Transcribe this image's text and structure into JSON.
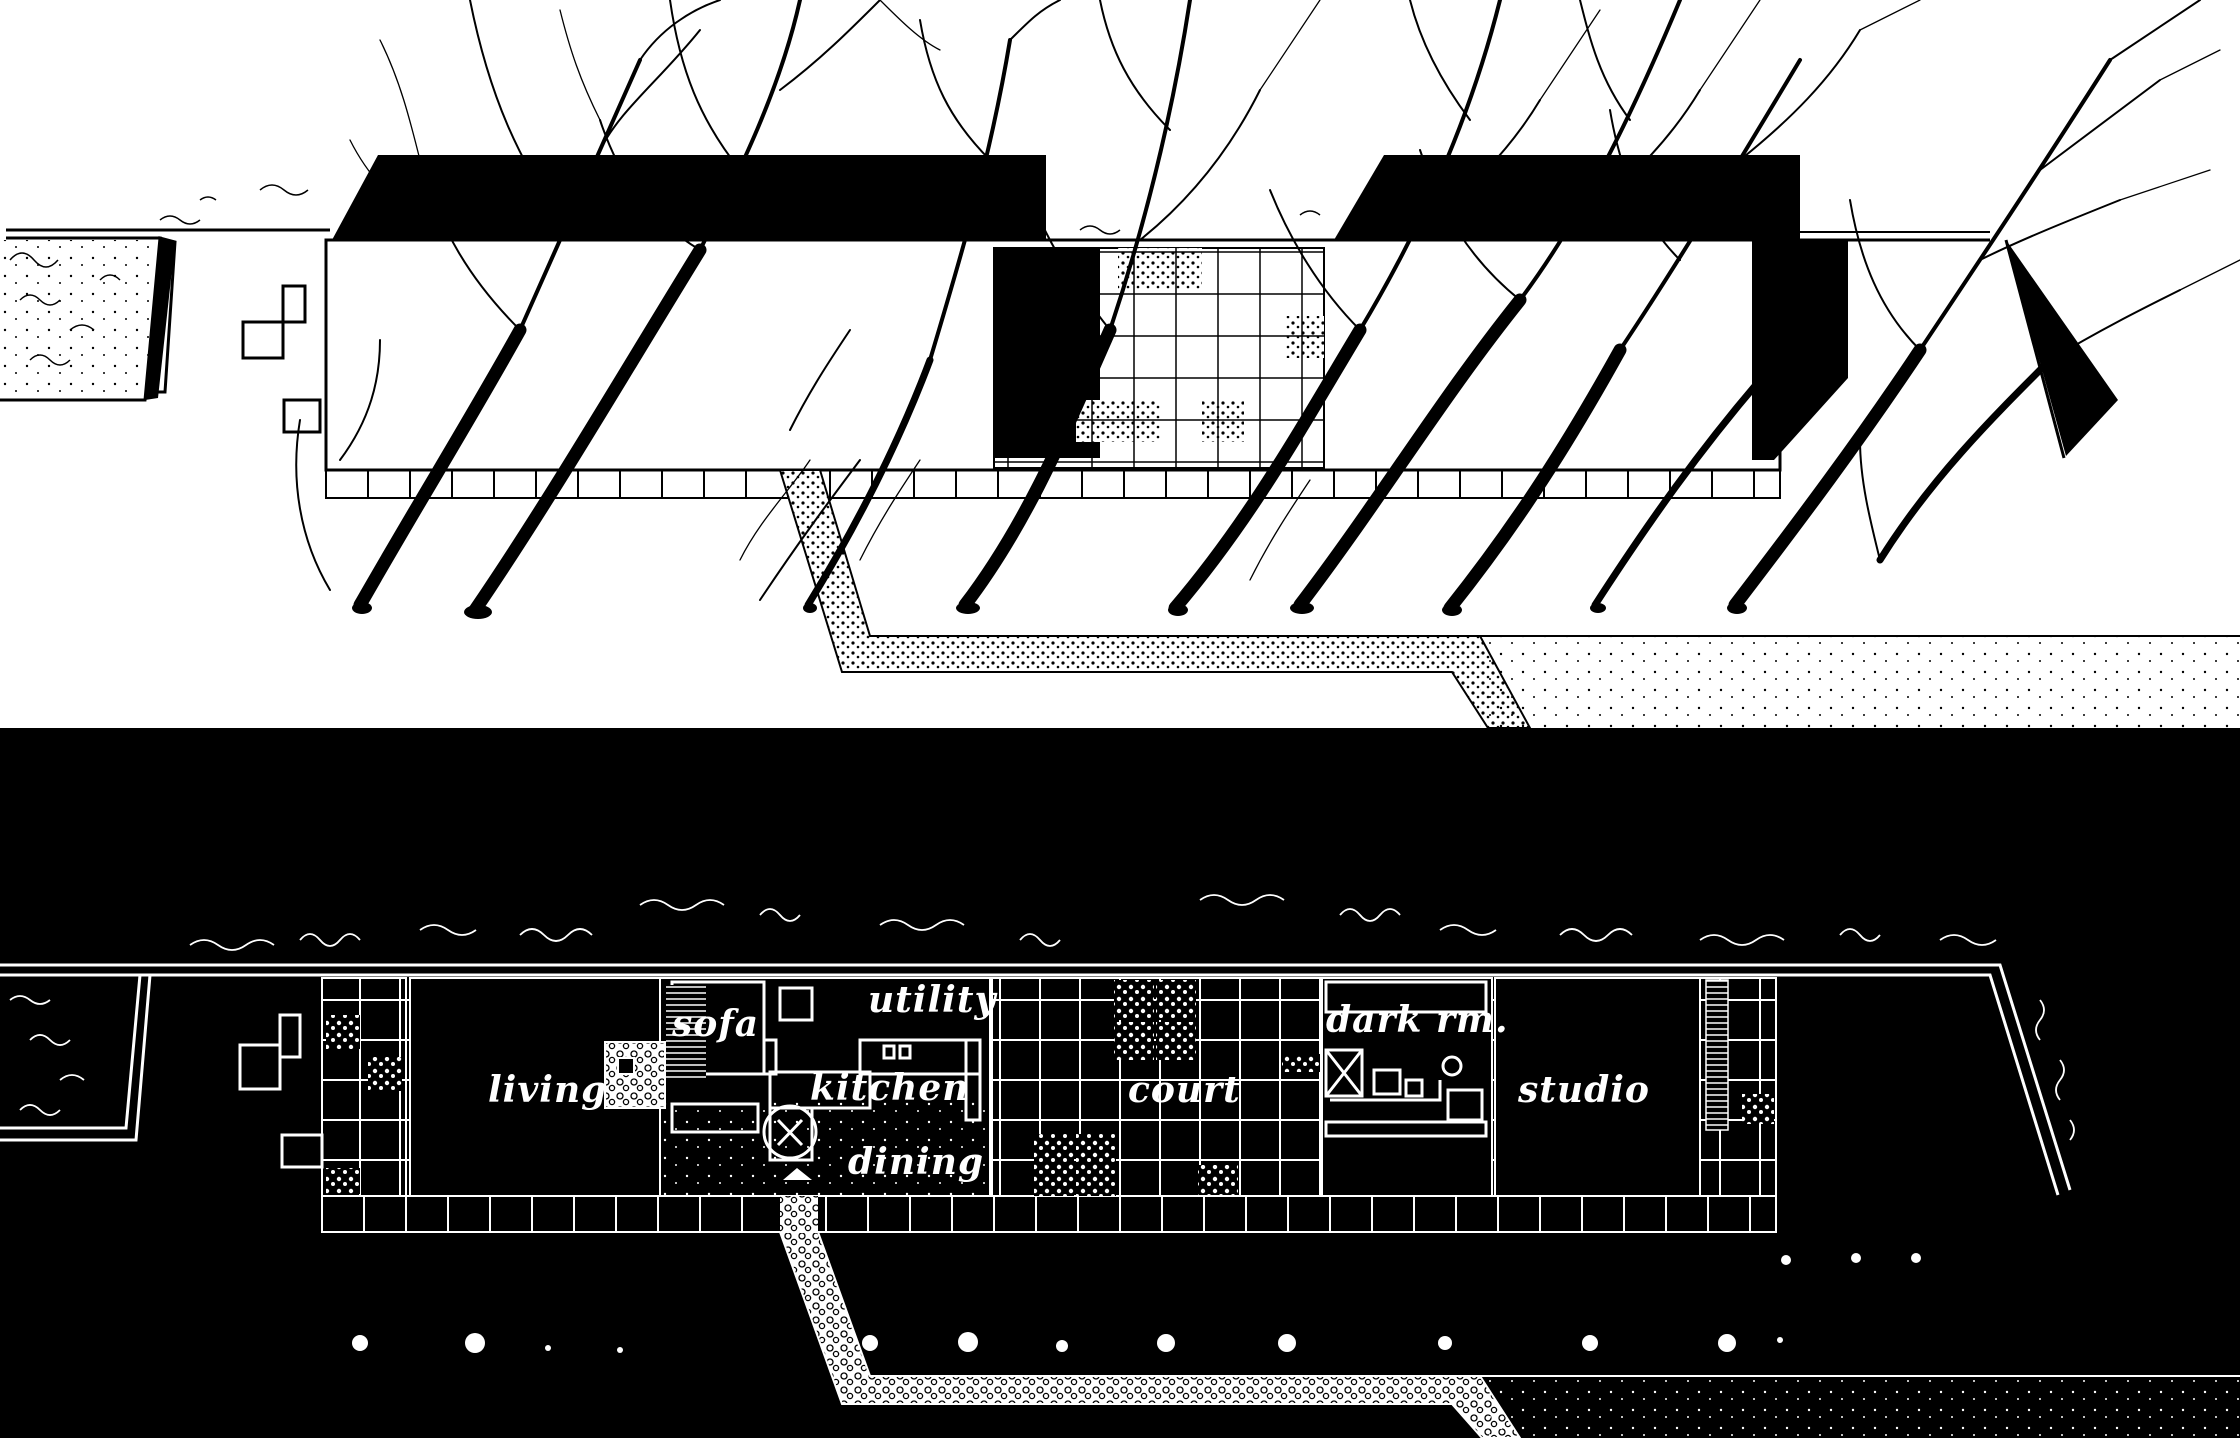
{
  "plan": {
    "rooms": {
      "living": "living",
      "sofa": "sofa",
      "utility": "utility",
      "kitchen": "kitchen",
      "dining": "dining",
      "court": "court",
      "dark_room": "dark rm.",
      "studio": "studio"
    }
  },
  "colors": {
    "ink": "#000000",
    "paper": "#ffffff"
  }
}
